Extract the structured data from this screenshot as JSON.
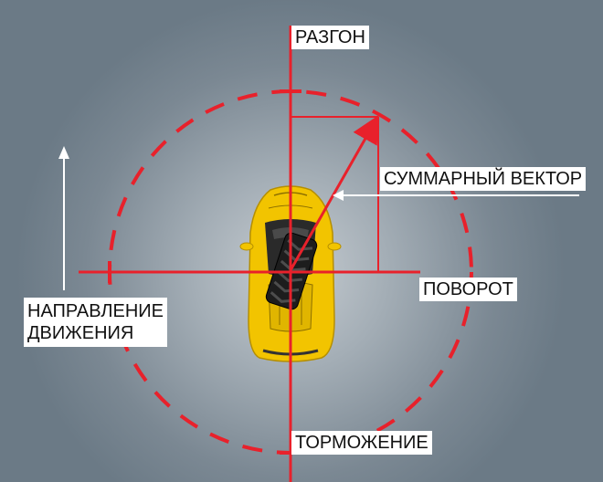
{
  "labels": {
    "acceleration": "РАЗГОН",
    "braking": "ТОРМОЖЕНИЕ",
    "turn": "ПОВОРОТ",
    "resultant_vector": "СУММАРНЫЙ ВЕКТОР",
    "direction_line1": "НАПРАВЛЕНИЕ",
    "direction_line2": "ДВИЖЕНИЯ"
  },
  "colors": {
    "background": "#6b7a86",
    "axis_red": "#e8212b",
    "car_yellow": "#f2c400",
    "tire_dark": "#1d1d1d",
    "label_bg": "#ffffff"
  },
  "icons": {
    "car": "sports-car-top-view",
    "tire": "tire-tread",
    "direction_arrow": "arrow-up"
  }
}
